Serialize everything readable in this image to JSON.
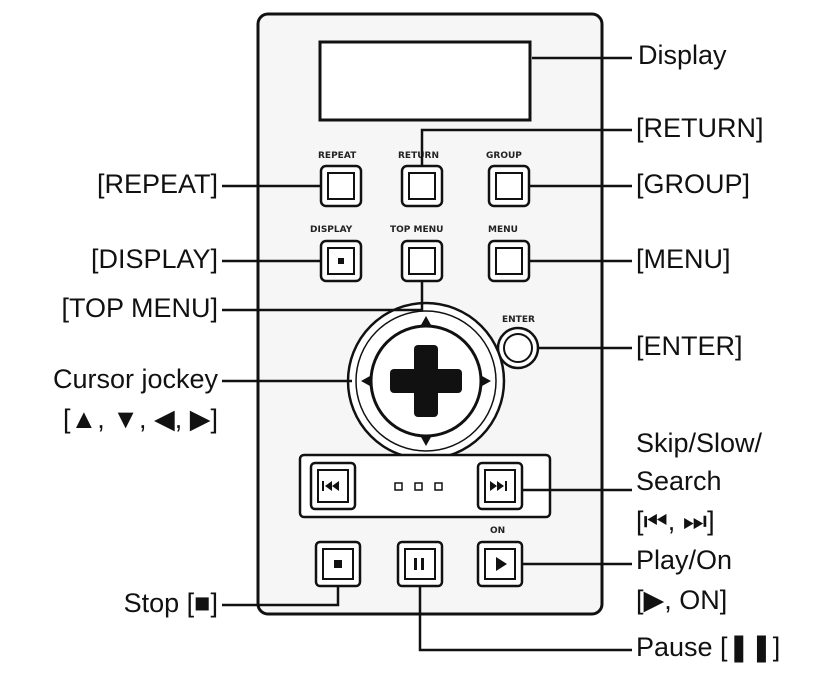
{
  "device_labels": {
    "repeat": "REPEAT",
    "return": "RETURN",
    "group": "GROUP",
    "display": "DISPLAY",
    "top_menu": "TOP MENU",
    "menu": "MENU",
    "enter": "ENTER",
    "on": "ON"
  },
  "callouts": {
    "display": "Display",
    "return": "[RETURN]",
    "repeat": "[REPEAT]",
    "group": "[GROUP]",
    "display_btn": "[DISPLAY]",
    "menu": "[MENU]",
    "top_menu": "[TOP MENU]",
    "enter": "[ENTER]",
    "cursor_line1": "Cursor jockey",
    "cursor_line2": "[▲, ▼, ◀, ▶]",
    "skip_line1": "Skip/Slow/",
    "skip_line2": "Search",
    "skip_line3": "[⏮, ⏭]",
    "play_line1": "Play/On",
    "play_line2": "[▶, ON]",
    "stop": "Stop [■]",
    "pause": "Pause [❚❚]"
  },
  "colors": {
    "ink": "#111111",
    "panel_fill": "#f6f6f6",
    "display_fill": "#ffffff"
  }
}
